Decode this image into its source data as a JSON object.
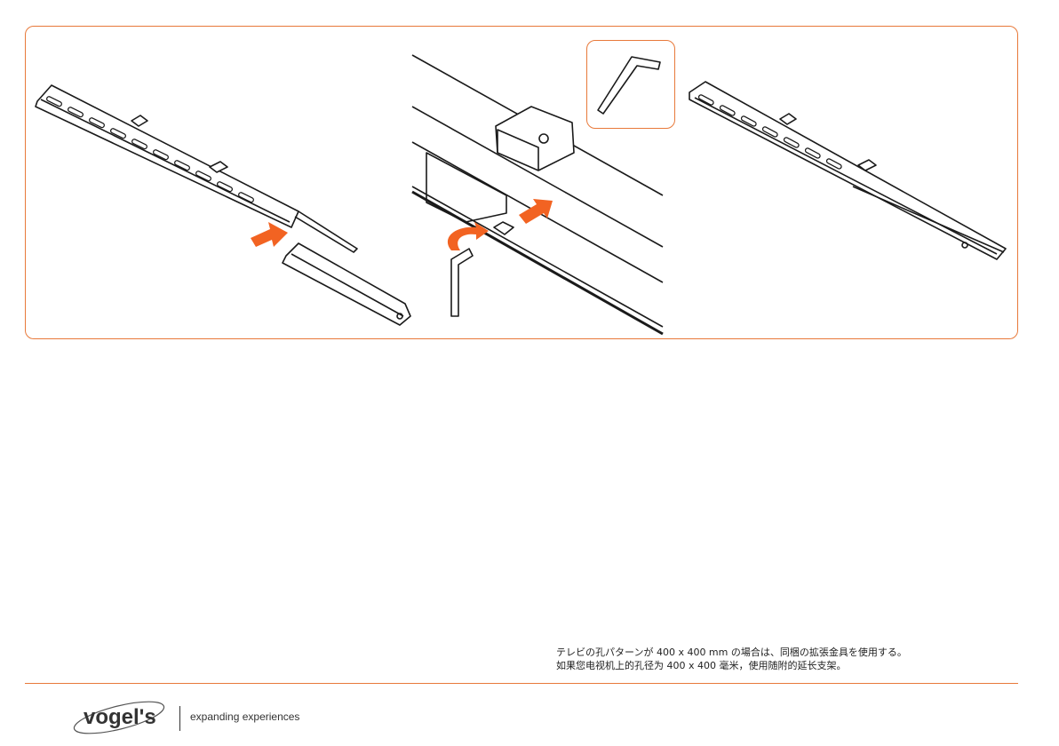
{
  "instructions": {
    "line_jp": "テレビの孔パターンが 400 x 400 mm の場合は、同梱の拡張金具を使用する。",
    "line_cn": "如果您电视机上的孔径为 400 x 400 毫米，使用随附的延长支架。"
  },
  "footer": {
    "brand": "vogel's",
    "tagline": "expanding experiences"
  },
  "colors": {
    "accent": "#e8793a",
    "arrow": "#f26322",
    "line": "#1a1a1a"
  },
  "icons": {
    "hex_key": "hex-key-icon",
    "arrow": "arrow-icon",
    "rotate": "rotate-arrow-icon"
  }
}
